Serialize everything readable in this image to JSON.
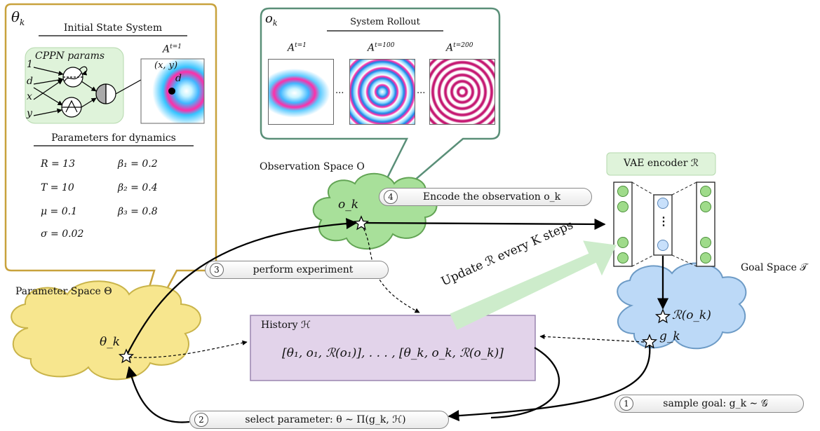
{
  "colors": {
    "param_box_border": "#c8a23c",
    "obs_box_border": "#5a8f78",
    "param_cloud": "#f7e68e",
    "obs_cloud": "#a8e09a",
    "goal_cloud": "#bcd9f7",
    "history_fill": "#e2d3ea",
    "history_border": "#9a85b0",
    "vae_green": "#9fdb8a",
    "vae_blue": "#c8e0fb",
    "update_arrow": "#cdeccb"
  },
  "param_box": {
    "theta_label": "θ_k",
    "theta_main": "θ",
    "theta_sub": "k",
    "initial_title": "Initial State System",
    "cppn_label": "CPPN params",
    "cppn_inputs": [
      "1",
      "d",
      "x",
      "y"
    ],
    "a_label": "A",
    "a_sup": "t=1",
    "xy_label": "(x, y)",
    "d_label": "d",
    "dynamics_title": "Parameters for dynamics",
    "params_left": [
      "R = 13",
      "T = 10",
      "μ = 0.1",
      "σ = 0.02"
    ],
    "params_right": [
      "β₁ = 0.2",
      "β₂ = 0.4",
      "β₃ = 0.8"
    ]
  },
  "obs_box": {
    "o_main": "o",
    "o_sub": "k",
    "title": "System Rollout",
    "frames": [
      {
        "base": "A",
        "sup": "t=1"
      },
      {
        "base": "A",
        "sup": "t=100"
      },
      {
        "base": "A",
        "sup": "t=200"
      }
    ],
    "ellipsis": "..."
  },
  "labels": {
    "observation_space": "Observation Space O",
    "parameter_space": "Parameter Space Θ",
    "goal_space": "Goal Space 𝒯",
    "vae_title": "VAE encoder ℛ",
    "history_title": "History ℋ",
    "history_content": "[θ₁, o₁, ℛ(o₁)], . . . , [θ_k, o_k, ℛ(o_k)]",
    "obs_cloud_label": "o_k",
    "param_cloud_label": "θ_k",
    "goal_r_label": "ℛ(o_k)",
    "goal_g_label": "g_k",
    "update_text": "Update ℛ every K steps",
    "vae_dots": "⋮"
  },
  "steps": [
    {
      "num": "4",
      "text": "Encode the observation o_k"
    },
    {
      "num": "3",
      "text": "perform experiment"
    },
    {
      "num": "2",
      "text": "select parameter: θ ∼ Π(g_k, ℋ)"
    },
    {
      "num": "1",
      "text": "sample goal: g_k ∼ 𝒢"
    }
  ]
}
